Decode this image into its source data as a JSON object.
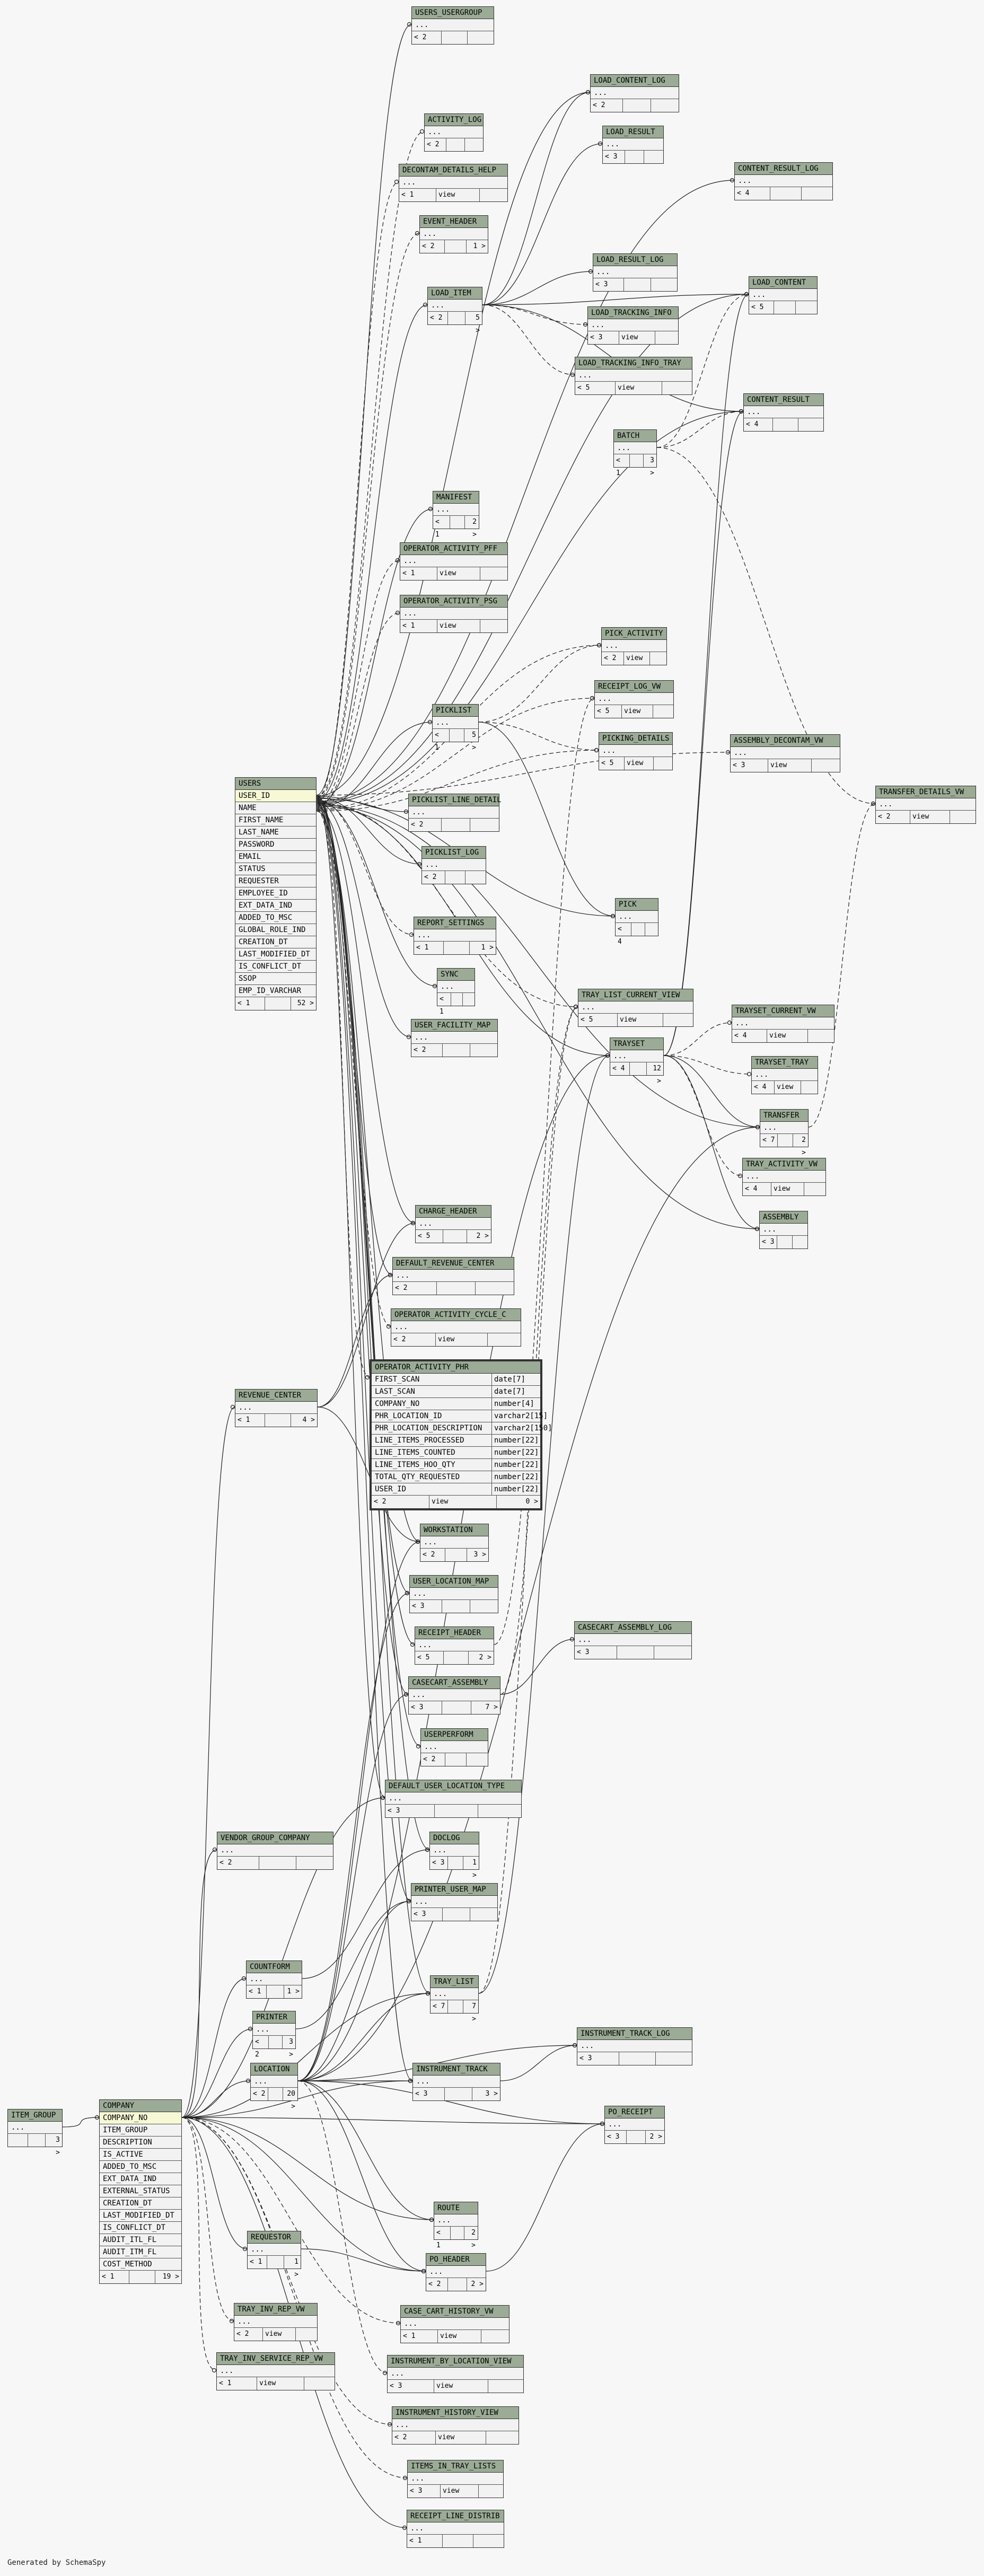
{
  "footer_text": "Generated by SchemaSpy",
  "tables": [
    {
      "name": "USERS_USERGROUP",
      "rows": [
        "..."
      ],
      "foot": [
        "< 2",
        "",
        ""
      ]
    },
    {
      "name": "LOAD_CONTENT_LOG",
      "rows": [
        "..."
      ],
      "foot": [
        "< 2",
        "",
        ""
      ]
    },
    {
      "name": "ACTIVITY_LOG",
      "rows": [
        "..."
      ],
      "foot": [
        "< 2",
        "",
        ""
      ]
    },
    {
      "name": "LOAD_RESULT",
      "rows": [
        "..."
      ],
      "foot": [
        "< 3",
        "",
        ""
      ]
    },
    {
      "name": "CONTENT_RESULT_LOG",
      "rows": [
        "..."
      ],
      "foot": [
        "< 4",
        "",
        ""
      ]
    },
    {
      "name": "DECONTAM_DETAILS_HELP",
      "rows": [
        "..."
      ],
      "foot": [
        "< 1",
        "view",
        ""
      ]
    },
    {
      "name": "EVENT_HEADER",
      "rows": [
        "..."
      ],
      "foot": [
        "< 2",
        "",
        "1 >"
      ]
    },
    {
      "name": "LOAD_RESULT_LOG",
      "rows": [
        "..."
      ],
      "foot": [
        "< 3",
        "",
        ""
      ]
    },
    {
      "name": "LOAD_CONTENT",
      "rows": [
        "..."
      ],
      "foot": [
        "< 5",
        "",
        ""
      ]
    },
    {
      "name": "LOAD_ITEM",
      "rows": [
        "..."
      ],
      "foot": [
        "< 2",
        "",
        "5 >"
      ]
    },
    {
      "name": "LOAD_TRACKING_INFO",
      "rows": [
        "..."
      ],
      "foot": [
        "< 3",
        "view",
        ""
      ]
    },
    {
      "name": "LOAD_TRACKING_INFO_TRAY",
      "rows": [
        "..."
      ],
      "foot": [
        "< 5",
        "view",
        ""
      ]
    },
    {
      "name": "CONTENT_RESULT",
      "rows": [
        "..."
      ],
      "foot": [
        "< 4",
        "",
        ""
      ]
    },
    {
      "name": "BATCH",
      "rows": [
        "..."
      ],
      "foot": [
        "< 1",
        "",
        "3 >"
      ]
    },
    {
      "name": "MANIFEST",
      "rows": [
        "..."
      ],
      "foot": [
        "< 1",
        "",
        "2 >"
      ]
    },
    {
      "name": "OPERATOR_ACTIVITY_PFF",
      "rows": [
        "..."
      ],
      "foot": [
        "< 1",
        "view",
        ""
      ]
    },
    {
      "name": "OPERATOR_ACTIVITY_PSG",
      "rows": [
        "..."
      ],
      "foot": [
        "< 1",
        "view",
        ""
      ]
    },
    {
      "name": "PICK_ACTIVITY",
      "rows": [
        "..."
      ],
      "foot": [
        "< 2",
        "view",
        ""
      ]
    },
    {
      "name": "RECEIPT_LOG_VW",
      "rows": [
        "..."
      ],
      "foot": [
        "< 5",
        "view",
        ""
      ]
    },
    {
      "name": "PICKLIST",
      "rows": [
        "..."
      ],
      "foot": [
        "< 1",
        "",
        "5 >"
      ]
    },
    {
      "name": "PICKING_DETAILS",
      "rows": [
        "..."
      ],
      "foot": [
        "< 5",
        "view",
        ""
      ]
    },
    {
      "name": "ASSEMBLY_DECONTAM_VW",
      "rows": [
        "..."
      ],
      "foot": [
        "< 3",
        "view",
        ""
      ]
    },
    {
      "name": "TRANSFER_DETAILS_VW",
      "rows": [
        "..."
      ],
      "foot": [
        "< 2",
        "view",
        ""
      ]
    },
    {
      "name": "PICKLIST_LINE_DETAIL",
      "rows": [
        "..."
      ],
      "foot": [
        "< 2",
        "",
        ""
      ]
    },
    {
      "name": "PICKLIST_LOG",
      "rows": [
        "..."
      ],
      "foot": [
        "< 2",
        "",
        ""
      ]
    },
    {
      "name": "PICK",
      "rows": [
        "..."
      ],
      "foot": [
        "< 4",
        "",
        ""
      ]
    },
    {
      "name": "REPORT_SETTINGS",
      "rows": [
        "..."
      ],
      "foot": [
        "< 1",
        "",
        "1 >"
      ]
    },
    {
      "name": "SYNC",
      "rows": [
        "..."
      ],
      "foot": [
        "< 1",
        "",
        ""
      ]
    },
    {
      "name": "TRAY_LIST_CURRENT_VIEW",
      "rows": [
        "..."
      ],
      "foot": [
        "< 5",
        "view",
        ""
      ]
    },
    {
      "name": "TRAYSET_CURRENT_VW",
      "rows": [
        "..."
      ],
      "foot": [
        "< 4",
        "view",
        ""
      ]
    },
    {
      "name": "USER_FACILITY_MAP",
      "rows": [
        "..."
      ],
      "foot": [
        "< 2",
        "",
        ""
      ]
    },
    {
      "name": "TRAYSET",
      "rows": [
        "..."
      ],
      "foot": [
        "< 4",
        "",
        "12 >"
      ]
    },
    {
      "name": "TRAYSET_TRAY",
      "rows": [
        "..."
      ],
      "foot": [
        "< 4",
        "view",
        ""
      ]
    },
    {
      "name": "TRANSFER",
      "rows": [
        "..."
      ],
      "foot": [
        "< 7",
        "",
        "2 >"
      ]
    },
    {
      "name": "TRAY_ACTIVITY_VW",
      "rows": [
        "..."
      ],
      "foot": [
        "< 4",
        "view",
        ""
      ]
    },
    {
      "name": "ASSEMBLY",
      "rows": [
        "..."
      ],
      "foot": [
        "< 3",
        "",
        ""
      ]
    },
    {
      "name": "CHARGE_HEADER",
      "rows": [
        "..."
      ],
      "foot": [
        "< 5",
        "",
        "2 >"
      ]
    },
    {
      "name": "DEFAULT_REVENUE_CENTER",
      "rows": [
        "..."
      ],
      "foot": [
        "< 2",
        "",
        ""
      ]
    },
    {
      "name": "OPERATOR_ACTIVITY_CYCLE_C",
      "rows": [
        "..."
      ],
      "foot": [
        "< 2",
        "view",
        ""
      ]
    },
    {
      "name": "REVENUE_CENTER",
      "rows": [
        "..."
      ],
      "foot": [
        "< 1",
        "",
        "4 >"
      ]
    },
    {
      "name": "WORKSTATION",
      "rows": [
        "..."
      ],
      "foot": [
        "< 2",
        "",
        "3 >"
      ]
    },
    {
      "name": "USER_LOCATION_MAP",
      "rows": [
        "..."
      ],
      "foot": [
        "< 3",
        "",
        ""
      ]
    },
    {
      "name": "RECEIPT_HEADER",
      "rows": [
        "..."
      ],
      "foot": [
        "< 5",
        "",
        "2 >"
      ]
    },
    {
      "name": "CASECART_ASSEMBLY_LOG",
      "rows": [
        "..."
      ],
      "foot": [
        "< 3",
        "",
        ""
      ]
    },
    {
      "name": "CASECART_ASSEMBLY",
      "rows": [
        "..."
      ],
      "foot": [
        "< 3",
        "",
        "7 >"
      ]
    },
    {
      "name": "USERPERFORM",
      "rows": [
        "..."
      ],
      "foot": [
        "< 2",
        "",
        ""
      ]
    },
    {
      "name": "DEFAULT_USER_LOCATION_TYPE",
      "rows": [
        "..."
      ],
      "foot": [
        "< 3",
        "",
        ""
      ]
    },
    {
      "name": "VENDOR_GROUP_COMPANY",
      "rows": [
        "..."
      ],
      "foot": [
        "< 2",
        "",
        ""
      ]
    },
    {
      "name": "DOCLOG",
      "rows": [
        "..."
      ],
      "foot": [
        "< 3",
        "",
        "1 >"
      ]
    },
    {
      "name": "PRINTER_USER_MAP",
      "rows": [
        "..."
      ],
      "foot": [
        "< 3",
        "",
        ""
      ]
    },
    {
      "name": "COUNTFORM",
      "rows": [
        "..."
      ],
      "foot": [
        "< 1",
        "",
        "1 >"
      ]
    },
    {
      "name": "TRAY_LIST",
      "rows": [
        "..."
      ],
      "foot": [
        "< 7",
        "",
        "7 >"
      ]
    },
    {
      "name": "INSTRUMENT_TRACK_LOG",
      "rows": [
        "..."
      ],
      "foot": [
        "< 3",
        "",
        ""
      ]
    },
    {
      "name": "PRINTER",
      "rows": [
        "..."
      ],
      "foot": [
        "< 2",
        "",
        "3 >"
      ]
    },
    {
      "name": "LOCATION",
      "rows": [
        "..."
      ],
      "foot": [
        "< 2",
        "",
        "20 >"
      ]
    },
    {
      "name": "INSTRUMENT_TRACK",
      "rows": [
        "..."
      ],
      "foot": [
        "< 3",
        "",
        "3 >"
      ]
    },
    {
      "name": "ITEM_GROUP",
      "rows": [
        "..."
      ],
      "foot": [
        "",
        "",
        "3 >"
      ]
    },
    {
      "name": "PO_RECEIPT",
      "rows": [
        "..."
      ],
      "foot": [
        "< 3",
        "",
        "2 >"
      ]
    },
    {
      "name": "ROUTE",
      "rows": [
        "..."
      ],
      "foot": [
        "< 1",
        "",
        "2 >"
      ]
    },
    {
      "name": "REQUESTOR",
      "rows": [
        "..."
      ],
      "foot": [
        "< 1",
        "",
        "1 >"
      ]
    },
    {
      "name": "PO_HEADER",
      "rows": [
        "..."
      ],
      "foot": [
        "< 2",
        "",
        "2 >"
      ]
    },
    {
      "name": "TRAY_INV_REP_VW",
      "rows": [
        "..."
      ],
      "foot": [
        "< 2",
        "view",
        ""
      ]
    },
    {
      "name": "CASE_CART_HISTORY_VW",
      "rows": [
        "..."
      ],
      "foot": [
        "< 1",
        "view",
        ""
      ]
    },
    {
      "name": "TRAY_INV_SERVICE_REP_VW",
      "rows": [
        "..."
      ],
      "foot": [
        "< 1",
        "view",
        ""
      ]
    },
    {
      "name": "INSTRUMENT_BY_LOCATION_VIEW",
      "rows": [
        "..."
      ],
      "foot": [
        "< 3",
        "view",
        ""
      ]
    },
    {
      "name": "INSTRUMENT_HISTORY_VIEW",
      "rows": [
        "..."
      ],
      "foot": [
        "< 2",
        "view",
        ""
      ]
    },
    {
      "name": "ITEMS_IN_TRAY_LISTS",
      "rows": [
        "..."
      ],
      "foot": [
        "< 3",
        "view",
        ""
      ]
    },
    {
      "name": "RECEIPT_LINE_DISTRIB",
      "rows": [
        "..."
      ],
      "foot": [
        "< 1",
        "",
        ""
      ]
    },
    {
      "name": "USERS",
      "rows": [
        "USER_ID",
        "NAME",
        "FIRST_NAME",
        "LAST_NAME",
        "PASSWORD",
        "EMAIL",
        "STATUS",
        "REQUESTER",
        "EMPLOYEE_ID",
        "EXT_DATA_IND",
        "ADDED_TO_MSC",
        "GLOBAL_ROLE_IND",
        "CREATION_DT",
        "LAST_MODIFIED_DT",
        "IS_CONFLICT_DT",
        "SSOP",
        "EMP_ID_VARCHAR"
      ],
      "foot": [
        "< 1",
        "",
        "52 >"
      ]
    },
    {
      "name": "COMPANY",
      "rows": [
        "COMPANY_NO",
        "ITEM_GROUP",
        "DESCRIPTION",
        "IS_ACTIVE",
        "ADDED_TO_MSC",
        "EXT_DATA_IND",
        "EXTERNAL_STATUS",
        "CREATION_DT",
        "LAST_MODIFIED_DT",
        "IS_CONFLICT_DT",
        "AUDIT_ITL_FL",
        "AUDIT_ITM_FL",
        "COST_METHOD"
      ],
      "foot": [
        "< 1",
        "",
        "19 >"
      ]
    },
    {
      "name": "OPERATOR_ACTIVITY_PHR",
      "rows": [
        {
          "c": "FIRST_SCAN",
          "t": "date[7]"
        },
        {
          "c": "LAST_SCAN",
          "t": "date[7]"
        },
        {
          "c": "COMPANY_NO",
          "t": "number[4]"
        },
        {
          "c": "PHR_LOCATION_ID",
          "t": "varchar2[15]"
        },
        {
          "c": "PHR_LOCATION_DESCRIPTION",
          "t": "varchar2[150]"
        },
        {
          "c": "LINE_ITEMS_PROCESSED",
          "t": "number[22]"
        },
        {
          "c": "LINE_ITEMS_COUNTED",
          "t": "number[22]"
        },
        {
          "c": "LINE_ITEMS_HOO_QTY",
          "t": "number[22]"
        },
        {
          "c": "TOTAL_QTY_REQUESTED",
          "t": "number[22]"
        },
        {
          "c": "USER_ID",
          "t": "number[22]"
        }
      ],
      "foot": [
        "< 2",
        "view",
        "0 >"
      ]
    }
  ]
}
